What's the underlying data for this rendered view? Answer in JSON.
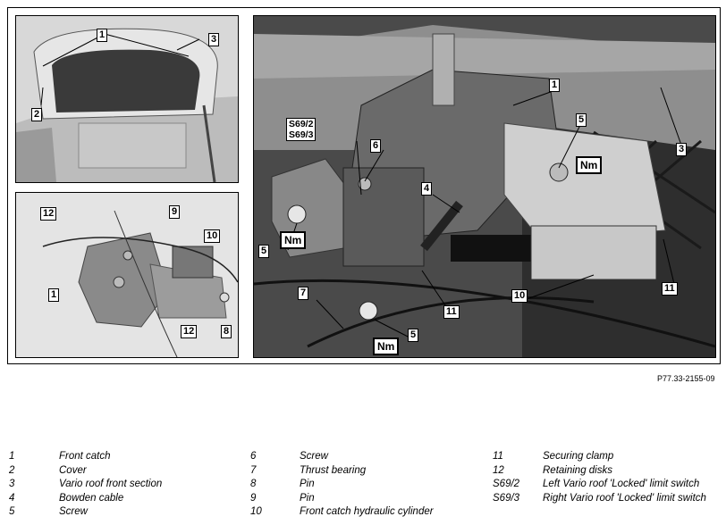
{
  "figure": {
    "reference": "P77.33-2155-09",
    "top_left_callouts": [
      "1",
      "2",
      "3"
    ],
    "bottom_left_callouts": [
      "12",
      "9",
      "10",
      "1",
      "12",
      "8"
    ],
    "main_callouts": [
      "1",
      "3",
      "5",
      "6",
      "S69/2\nS69/3",
      "4",
      "5",
      "7",
      "11",
      "10",
      "11",
      "5"
    ],
    "torque_marker": "Nm"
  },
  "legend": [
    [
      {
        "num": "1",
        "text": "Front catch"
      },
      {
        "num": "2",
        "text": "Cover"
      },
      {
        "num": "3",
        "text": "Vario roof front section"
      },
      {
        "num": "4",
        "text": "Bowden cable"
      },
      {
        "num": "5",
        "text": "Screw"
      }
    ],
    [
      {
        "num": "6",
        "text": "Screw"
      },
      {
        "num": "7",
        "text": "Thrust bearing"
      },
      {
        "num": "8",
        "text": "Pin"
      },
      {
        "num": "9",
        "text": "Pin"
      },
      {
        "num": "10",
        "text": "Front catch hydraulic cylinder"
      }
    ],
    [
      {
        "num": "11",
        "text": "Securing clamp"
      },
      {
        "num": "12",
        "text": "Retaining disks"
      },
      {
        "num": "S69/2",
        "text": "Left Vario roof 'Locked' limit switch"
      },
      {
        "num": "S69/3",
        "text": "Right Vario roof 'Locked' limit switch"
      }
    ]
  ]
}
